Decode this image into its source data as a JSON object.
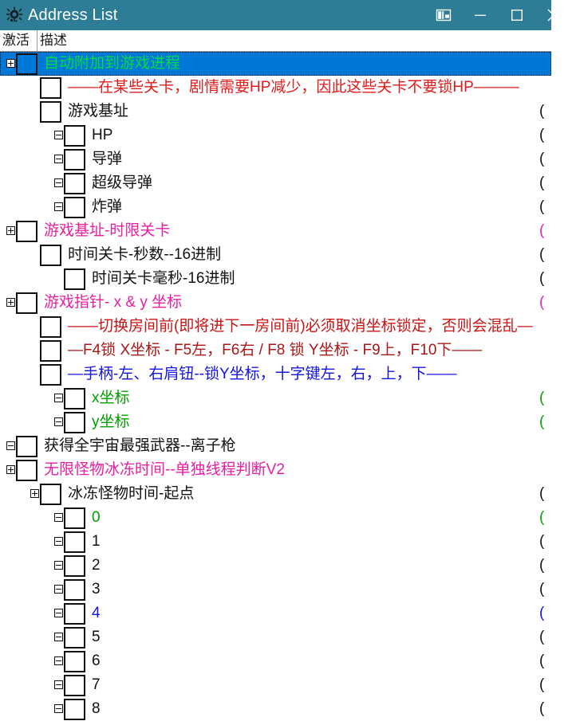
{
  "window": {
    "title": "Address List",
    "app_icon": "cheat-engine-logo-icon",
    "titlebar_color": "#2D7D96",
    "controls": [
      {
        "name": "dock-split-button",
        "glyph": "dock-icon"
      },
      {
        "name": "minimize-button",
        "glyph": "minimize-icon"
      },
      {
        "name": "maximize-button",
        "glyph": "maximize-icon"
      },
      {
        "name": "close-button",
        "glyph": "close-icon"
      }
    ]
  },
  "columns": {
    "activate": "激活",
    "description": "描述"
  },
  "colors": {
    "selection": "#0078D7",
    "green": "#00A000",
    "green_selected": "#00DD44",
    "red": "#E01B1B",
    "darkred": "#A81818",
    "magenta": "#E81FA0",
    "blue": "#1414E0",
    "black": "#111111"
  },
  "rows": [
    {
      "indent": 0,
      "expander": "plus",
      "checked": false,
      "text": "自动附加到游戏进程",
      "color": "#00DD44",
      "selected": true,
      "addr": ""
    },
    {
      "indent": 1,
      "expander": "none",
      "checked": false,
      "text": "——在某些关卡，剧情需要HP减少，因此这些关卡不要锁HP———",
      "color": "#E01B1B",
      "selected": false,
      "addr": ""
    },
    {
      "indent": 1,
      "expander": "none",
      "checked": false,
      "text": "游戏基址",
      "color": "#111111",
      "selected": false,
      "addr": "("
    },
    {
      "indent": 2,
      "expander": "minus",
      "checked": false,
      "text": "HP",
      "color": "#111111",
      "selected": false,
      "addr": "("
    },
    {
      "indent": 2,
      "expander": "minus",
      "checked": false,
      "text": "导弹",
      "color": "#111111",
      "selected": false,
      "addr": "("
    },
    {
      "indent": 2,
      "expander": "minus",
      "checked": false,
      "text": "超级导弹",
      "color": "#111111",
      "selected": false,
      "addr": "("
    },
    {
      "indent": 2,
      "expander": "minus",
      "checked": false,
      "text": "炸弹",
      "color": "#111111",
      "selected": false,
      "addr": "("
    },
    {
      "indent": 0,
      "expander": "plus",
      "checked": false,
      "text": "游戏基址-时限关卡",
      "color": "#E81FA0",
      "selected": false,
      "addr": "("
    },
    {
      "indent": 1,
      "expander": "none",
      "checked": false,
      "text": "时间关卡-秒数--16进制",
      "color": "#111111",
      "selected": false,
      "addr": "("
    },
    {
      "indent": 2,
      "expander": "none",
      "checked": false,
      "text": "时间关卡毫秒-16进制",
      "color": "#111111",
      "selected": false,
      "addr": "("
    },
    {
      "indent": 0,
      "expander": "plus",
      "checked": false,
      "text": "游戏指针- x & y 坐标",
      "color": "#E81FA0",
      "selected": false,
      "addr": "("
    },
    {
      "indent": 1,
      "expander": "none",
      "checked": false,
      "text": "——切换房间前(即将进下一房间前)必须取消坐标锁定，否则会混乱—",
      "color": "#C81414",
      "selected": false,
      "addr": ""
    },
    {
      "indent": 1,
      "expander": "none",
      "checked": false,
      "text": "—F4锁 X坐标 - F5左，F6右 / F8 锁 Y坐标 - F9上，F10下——",
      "color": "#A81818",
      "selected": false,
      "addr": ""
    },
    {
      "indent": 1,
      "expander": "none",
      "checked": false,
      "text": "—手柄-左、右肩钮--锁Y坐标，十字键左，右，上，下——",
      "color": "#1414E0",
      "selected": false,
      "addr": ""
    },
    {
      "indent": 2,
      "expander": "minus",
      "checked": false,
      "text": "x坐标",
      "color": "#00A000",
      "selected": false,
      "addr": "("
    },
    {
      "indent": 2,
      "expander": "minus",
      "checked": false,
      "text": "y坐标",
      "color": "#00A000",
      "selected": false,
      "addr": "("
    },
    {
      "indent": 0,
      "expander": "minus",
      "checked": false,
      "text": "获得全宇宙最强武器--离子枪",
      "color": "#111111",
      "selected": false,
      "addr": ""
    },
    {
      "indent": 0,
      "expander": "plus",
      "checked": false,
      "text": "无限怪物冰冻时间--单独线程判断V2",
      "color": "#E81FA0",
      "selected": false,
      "addr": ""
    },
    {
      "indent": 1,
      "expander": "plus",
      "checked": false,
      "text": "冰冻怪物时间-起点",
      "color": "#111111",
      "selected": false,
      "addr": "("
    },
    {
      "indent": 2,
      "expander": "minus",
      "checked": false,
      "text": "0",
      "color": "#00A000",
      "selected": false,
      "addr": "("
    },
    {
      "indent": 2,
      "expander": "minus",
      "checked": false,
      "text": "1",
      "color": "#111111",
      "selected": false,
      "addr": "("
    },
    {
      "indent": 2,
      "expander": "minus",
      "checked": false,
      "text": "2",
      "color": "#111111",
      "selected": false,
      "addr": "("
    },
    {
      "indent": 2,
      "expander": "minus",
      "checked": false,
      "text": "3",
      "color": "#111111",
      "selected": false,
      "addr": "("
    },
    {
      "indent": 2,
      "expander": "minus",
      "checked": false,
      "text": "4",
      "color": "#1414E0",
      "selected": false,
      "addr": "("
    },
    {
      "indent": 2,
      "expander": "minus",
      "checked": false,
      "text": "5",
      "color": "#111111",
      "selected": false,
      "addr": "("
    },
    {
      "indent": 2,
      "expander": "minus",
      "checked": false,
      "text": "6",
      "color": "#111111",
      "selected": false,
      "addr": "("
    },
    {
      "indent": 2,
      "expander": "minus",
      "checked": false,
      "text": "7",
      "color": "#111111",
      "selected": false,
      "addr": "("
    },
    {
      "indent": 2,
      "expander": "minus",
      "checked": false,
      "text": "8",
      "color": "#111111",
      "selected": false,
      "addr": "("
    }
  ]
}
